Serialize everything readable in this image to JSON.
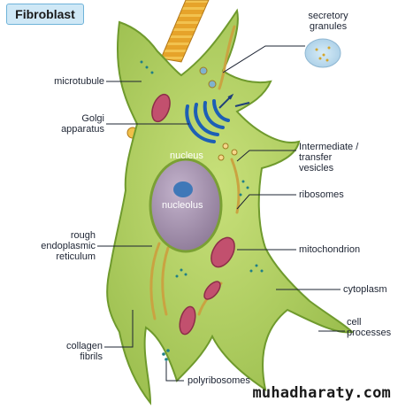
{
  "title": "Fibroblast",
  "labels": {
    "secretory_granules": [
      "secretory",
      "granules"
    ],
    "microtubule": "microtubule",
    "golgi_apparatus": [
      "Golgi",
      "apparatus"
    ],
    "intermediate_vesicles": [
      "Intermediate /",
      "transfer",
      "vesicles"
    ],
    "nucleus": "nucleus",
    "nucleolus": "nucleolus",
    "ribosomes": "ribosomes",
    "rough_er": [
      "rough",
      "endoplasmic",
      "reticulum"
    ],
    "mitochondrion": "mitochondrion",
    "cytoplasm": "cytoplasm",
    "cell_processes": [
      "cell",
      "processes"
    ],
    "collagen_fibrils": [
      "collagen",
      "fibrils"
    ],
    "polyribosomes": "polyribosomes"
  },
  "watermark": "muhadharaty.com",
  "colors": {
    "cytoplasm": "#a9c95a",
    "cytoplasm_edge": "#6f9a2d",
    "nucleus": "#9c8aa8",
    "nucleolus": "#3f78b8",
    "golgi": "#1d5fb5",
    "mitochondrion": "#c2506e",
    "collagen": "#e7a72c",
    "ribosome": "#1f7f86",
    "title_bg": "#cfe8f6"
  }
}
